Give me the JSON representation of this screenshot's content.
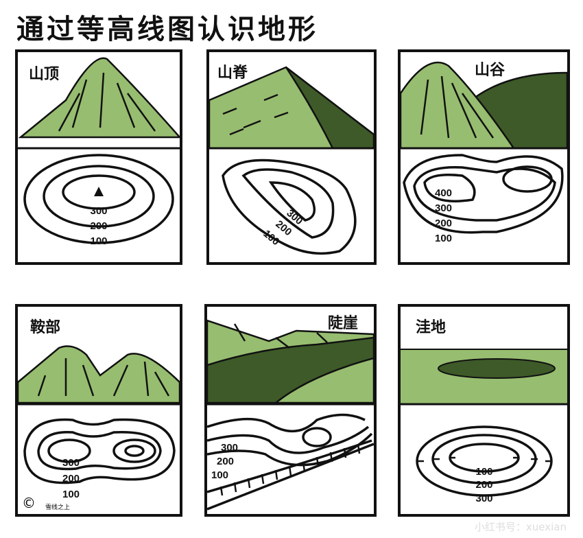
{
  "title": "通过等高线图认识地形",
  "panels": [
    {
      "label": "山顶",
      "contours": [
        "300",
        "200",
        "100"
      ]
    },
    {
      "label": "山脊",
      "contours": [
        "300",
        "200",
        "100"
      ]
    },
    {
      "label": "山谷",
      "contours": [
        "400",
        "300",
        "200",
        "100"
      ]
    },
    {
      "label": "鞍部",
      "contours": [
        "300",
        "200",
        "100"
      ]
    },
    {
      "label": "陡崖",
      "contours": [
        "300",
        "200",
        "100"
      ]
    },
    {
      "label": "洼地",
      "contours": [
        "100",
        "200",
        "300"
      ]
    }
  ],
  "colors": {
    "light_green": "#97bd70",
    "dark_green": "#3d5a28"
  },
  "credit": {
    "copyright": "©",
    "brand": "雪线之上"
  },
  "watermark": "小红书号：xuexian"
}
